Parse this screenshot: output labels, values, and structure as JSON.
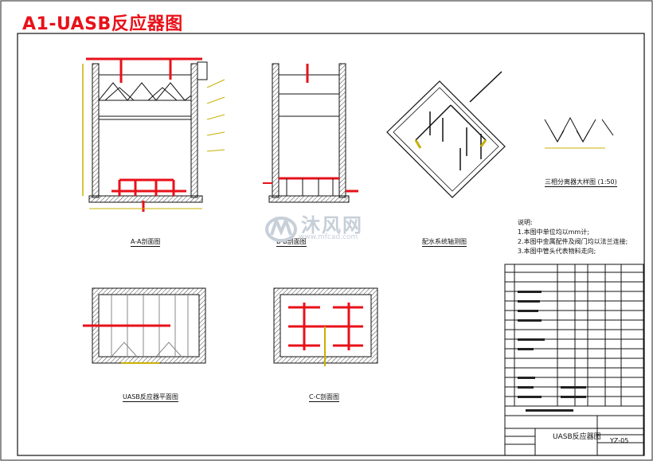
{
  "sheet": {
    "title": "A1-UASB反应器图",
    "colors": {
      "accent_red": "#e8111a",
      "line": "#111111",
      "wall_hatch": "#555555",
      "watermark": "#c7cfd8"
    }
  },
  "views": {
    "section_a": {
      "caption": "A-A剖面图"
    },
    "section_b": {
      "caption": "B-B剖面图"
    },
    "water_distribution": {
      "caption": "配水系统轴测图"
    },
    "separator_detail": {
      "caption": "三相分离器大样图 (1:50)"
    },
    "plan": {
      "caption": "UASB反应器平面图"
    },
    "section_c": {
      "caption": "C-C剖面图"
    }
  },
  "notes": {
    "heading": "说明:",
    "items": [
      "1.本图中单位均以mm计;",
      "2.本图中金属配件及阀门均以法兰连接;",
      "3.本图中管头代表物料走向;"
    ]
  },
  "watermark": {
    "brand": "沐风网",
    "url": "www.mfcad.com",
    "logo_icon": "mfcad-logo-icon"
  },
  "title_block": {
    "drawing_name": "UASB反应器图",
    "drawing_number": "YZ-05"
  }
}
